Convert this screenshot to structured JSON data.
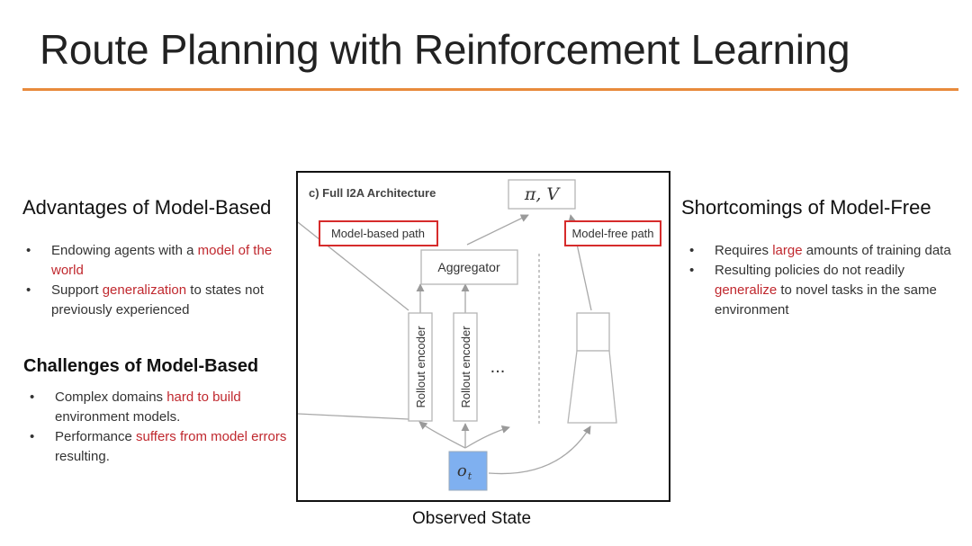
{
  "title": "Route Planning with Reinforcement Learning",
  "colors": {
    "rule": "#e88a3c",
    "highlight": "#c0282e",
    "observation_box": "#7fb0f0",
    "path_box_border": "#d62b2b"
  },
  "left": {
    "advantages": {
      "heading": "Advantages of Model-Based",
      "items": [
        {
          "parts": [
            {
              "text": "Endowing agents with a ",
              "hl": false
            },
            {
              "text": "model of the world",
              "hl": true
            }
          ]
        },
        {
          "parts": [
            {
              "text": "Support ",
              "hl": false
            },
            {
              "text": "generalization",
              "hl": true
            },
            {
              "text": " to states not previously experienced",
              "hl": false
            }
          ]
        }
      ]
    },
    "challenges": {
      "heading": "Challenges of Model-Based",
      "items": [
        {
          "parts": [
            {
              "text": "Complex domains ",
              "hl": false
            },
            {
              "text": "hard to build",
              "hl": true
            },
            {
              "text": " environment models.",
              "hl": false
            }
          ]
        },
        {
          "parts": [
            {
              "text": "Performance ",
              "hl": false
            },
            {
              "text": "suffers from model errors",
              "hl": true
            },
            {
              "text": " resulting.",
              "hl": false
            }
          ]
        }
      ]
    }
  },
  "right": {
    "shortcomings": {
      "heading": "Shortcomings of Model-Free",
      "items": [
        {
          "parts": [
            {
              "text": "Requires ",
              "hl": false
            },
            {
              "text": "large",
              "hl": true
            },
            {
              "text": " amounts of training data",
              "hl": false
            }
          ]
        },
        {
          "parts": [
            {
              "text": "Resulting policies do not readily ",
              "hl": false
            },
            {
              "text": "generalize",
              "hl": true
            },
            {
              "text": " to novel tasks in the same environment",
              "hl": false
            }
          ]
        }
      ]
    }
  },
  "bullet_char": "•",
  "figure": {
    "title": "c) Full I2A Architecture",
    "output": "π, V",
    "model_based_path": "Model-based path",
    "model_free_path": "Model-free path",
    "aggregator": "Aggregator",
    "rollout_encoders": [
      "Rollout encoder",
      "Rollout encoder"
    ],
    "ellipsis": "...",
    "observation": "o",
    "observation_sub": "t"
  },
  "caption": "Observed State"
}
